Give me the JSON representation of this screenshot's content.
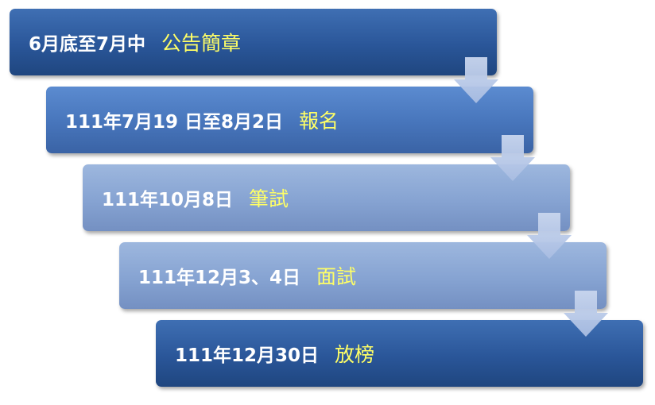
{
  "steps": [
    {
      "date": "6月底至7月中",
      "label": "公告簡章"
    },
    {
      "date": "111年7月19 日至8月2日",
      "label": "報名"
    },
    {
      "date": "111年10月8日",
      "label": "筆試"
    },
    {
      "date": "111年12月3、4日",
      "label": "面試"
    },
    {
      "date": "111年12月30日",
      "label": "放榜"
    }
  ],
  "colors": {
    "date_text": "#ffffff",
    "label_text": "#ffff66",
    "dark_bar": "#2a5699",
    "mid_bar": "#4775bb",
    "light_bar": "#86a3d2",
    "arrow": "#b4c6e6"
  }
}
